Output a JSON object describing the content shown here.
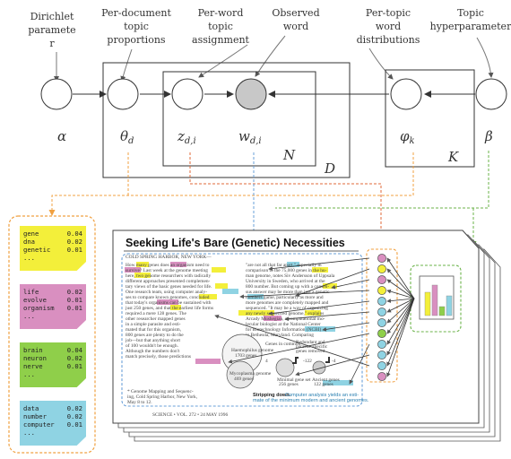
{
  "labels": {
    "alpha_header_l1": "Dirichlet",
    "alpha_header_l2": "paramete",
    "alpha_header_l3": "r",
    "theta_header_l1": "Per-document",
    "theta_header_l2": "topic",
    "theta_header_l3": "proportions",
    "z_header_l1": "Per-word",
    "z_header_l2": "topic",
    "z_header_l3": "assignment",
    "w_header_l1": "Observed",
    "w_header_l2": "word",
    "phi_header_l1": "Per-topic",
    "phi_header_l2": "word",
    "phi_header_l3": "distributions",
    "beta_header_l1": "Topic",
    "beta_header_l2": "hyperparameter"
  },
  "nodes": {
    "alpha": "α",
    "theta_base": "θ",
    "theta_sub": "d",
    "z_base": "z",
    "z_sub": "d,i",
    "w_base": "w",
    "w_sub": "d,i",
    "phi_base": "φ",
    "phi_sub": "k",
    "beta": "β"
  },
  "plates": {
    "N": "N",
    "D": "D",
    "K": "K"
  },
  "topics": [
    {
      "color": "#f3ef3a",
      "rows": [
        [
          "gene",
          "0.04"
        ],
        [
          "dna",
          "0.02"
        ],
        [
          "genetic",
          "0.01"
        ],
        [
          "...",
          ""
        ]
      ]
    },
    {
      "color": "#d98fc0",
      "rows": [
        [
          "life",
          "0.02"
        ],
        [
          "evolve",
          "0.01"
        ],
        [
          "organism",
          "0.01"
        ],
        [
          "...",
          ""
        ]
      ]
    },
    {
      "color": "#8fcf4a",
      "rows": [
        [
          "brain",
          "0.04"
        ],
        [
          "neuron",
          "0.02"
        ],
        [
          "nerve",
          "0.01"
        ],
        [
          "...",
          ""
        ]
      ]
    },
    {
      "color": "#8fd3e3",
      "rows": [
        [
          "data",
          "0.02"
        ],
        [
          "number",
          "0.02"
        ],
        [
          "computer",
          "0.01"
        ],
        [
          "...",
          ""
        ]
      ]
    }
  ],
  "article": {
    "title": "Seeking Life's Bare (Genetic) Necessities",
    "dateline": "COLD SPRING HARBOR, NEW YORK—",
    "col1": [
      "How many genes does an organism need to",
      "survive? Last week at the genome meeting",
      "here, two genome researchers with radically",
      "different approaches presented complemen-",
      "tary views of the basic genes needed for life.",
      "One research team, using computer analy-",
      "ses to compare known genomes, concluded",
      "that today's organisms can be sustained with",
      "just 250 genes, and that the earliest life forms",
      "required a mere 128 genes. The",
      "other researcher mapped genes",
      "in a simple parasite and esti-",
      "mated that for this organism,",
      "800 genes are plenty to do the",
      "job—but that anything short",
      "of 100 wouldn't be enough.",
      "Although the numbers don't",
      "match precisely, those predictions"
    ],
    "col2": [
      "\"are not all that far apart,\" especially in",
      "comparison to the 75,000 genes in the hu-",
      "man genome, notes Siv Andersson of Uppsala",
      "University in Sweden, who arrived at the",
      "800 number. But coming up with a consen-",
      "sus answer may be more than just a genetic",
      "numbers game, particularly as more and",
      "more genomes are completely mapped and",
      "sequenced. \"It may be a way of organizing",
      "any newly sequenced genome,\" explains",
      "Arcady Mushegian, a computational mo-",
      "lecular biologist at the National Center",
      "for Biotechnology Information (NCBI)",
      "in Bethesda, Maryland. Comparing"
    ],
    "footnote_l1": "* Genome Mapping and Sequenc-",
    "footnote_l2": "ing, Cold Spring Harbor, New York,",
    "footnote_l3": "May 8 to 12.",
    "figure": {
      "c1": "Haemophilus genome",
      "c1n": "1703 genes",
      "c2": "Mycoplasma genome",
      "c2n": "469 genes",
      "c3": "Minimal gene set",
      "c3n": "256 genes",
      "c4": "Ancient genes",
      "c4n": "122 genes",
      "c5": "Genes in common",
      "c6": "Redundant and",
      "c6b": "parasite-specific",
      "c6c": "genes removed",
      "n1": "4",
      "n2": "-122",
      "n3": "-4"
    },
    "caption_bold": "Stripping down.",
    "caption_rest": "Computer analysis yields an esti-",
    "caption_l2": "mate of the minimum modern and ancient genomes.",
    "footer": "SCIENCE • VOL. 272 • 24 MAY 1996"
  }
}
